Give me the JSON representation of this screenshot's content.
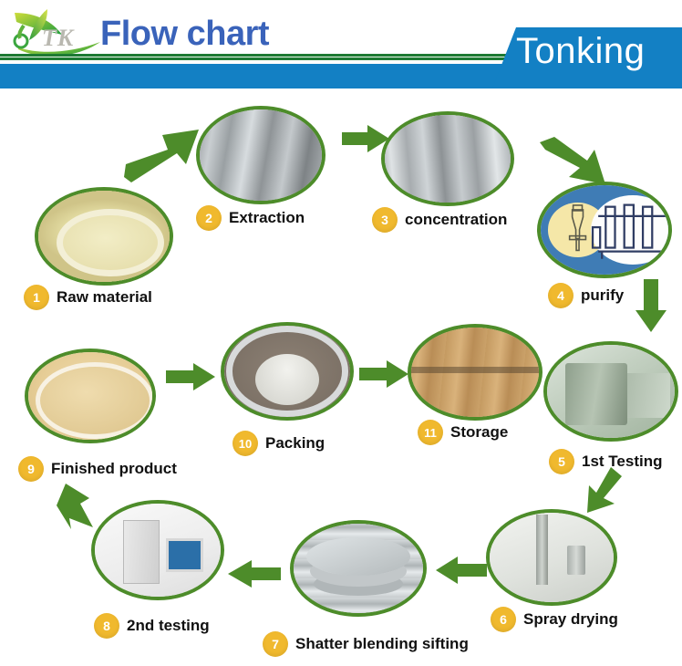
{
  "header": {
    "logo_mark": "leaf-bird-logo",
    "logo_tk": "TK",
    "title": "Flow chart",
    "brand": "Tonking",
    "colors": {
      "brand_blue": "#1380c4",
      "title_blue": "#3a63ba",
      "rule_green": "#1d7a33",
      "oval_green": "#4d8c2a",
      "arrow_green": "#4d8c2a",
      "badge_amber": "#f0b92e"
    }
  },
  "steps": [
    {
      "number": "1",
      "label": "Raw material",
      "image": "dried-root-slices"
    },
    {
      "number": "2",
      "label": "Extraction",
      "image": "stainless-extraction-tank"
    },
    {
      "number": "3",
      "label": "concentration",
      "image": "concentration-vessels"
    },
    {
      "number": "4",
      "label": "purify",
      "image": "separatory-funnel-and-columns"
    },
    {
      "number": "5",
      "label": "1st Testing",
      "image": "lab-testing-instruments"
    },
    {
      "number": "6",
      "label": "Spray drying",
      "image": "spray-drying-tower"
    },
    {
      "number": "7",
      "label": "Shatter blending sifting",
      "image": "vibrating-sifter"
    },
    {
      "number": "8",
      "label": "2nd testing",
      "image": "hplc-system-with-computer"
    },
    {
      "number": "9",
      "label": "Finished product",
      "image": "beige-powder-in-dish"
    },
    {
      "number": "10",
      "label": "Packing",
      "image": "drum-with-liner-bag"
    },
    {
      "number": "11",
      "label": "Storage",
      "image": "stacked-fiber-drums"
    }
  ],
  "arrows": [
    {
      "name": "arrow-1-to-2",
      "direction": "up-right"
    },
    {
      "name": "arrow-2-to-3",
      "direction": "right"
    },
    {
      "name": "arrow-3-to-4",
      "direction": "down-right"
    },
    {
      "name": "arrow-4-to-5",
      "direction": "down"
    },
    {
      "name": "arrow-5-to-6",
      "direction": "down"
    },
    {
      "name": "arrow-6-to-7",
      "direction": "left"
    },
    {
      "name": "arrow-7-to-8",
      "direction": "left"
    },
    {
      "name": "arrow-8-to-9",
      "direction": "up"
    },
    {
      "name": "arrow-9-to-10",
      "direction": "right"
    },
    {
      "name": "arrow-10-to-11",
      "direction": "right"
    }
  ]
}
